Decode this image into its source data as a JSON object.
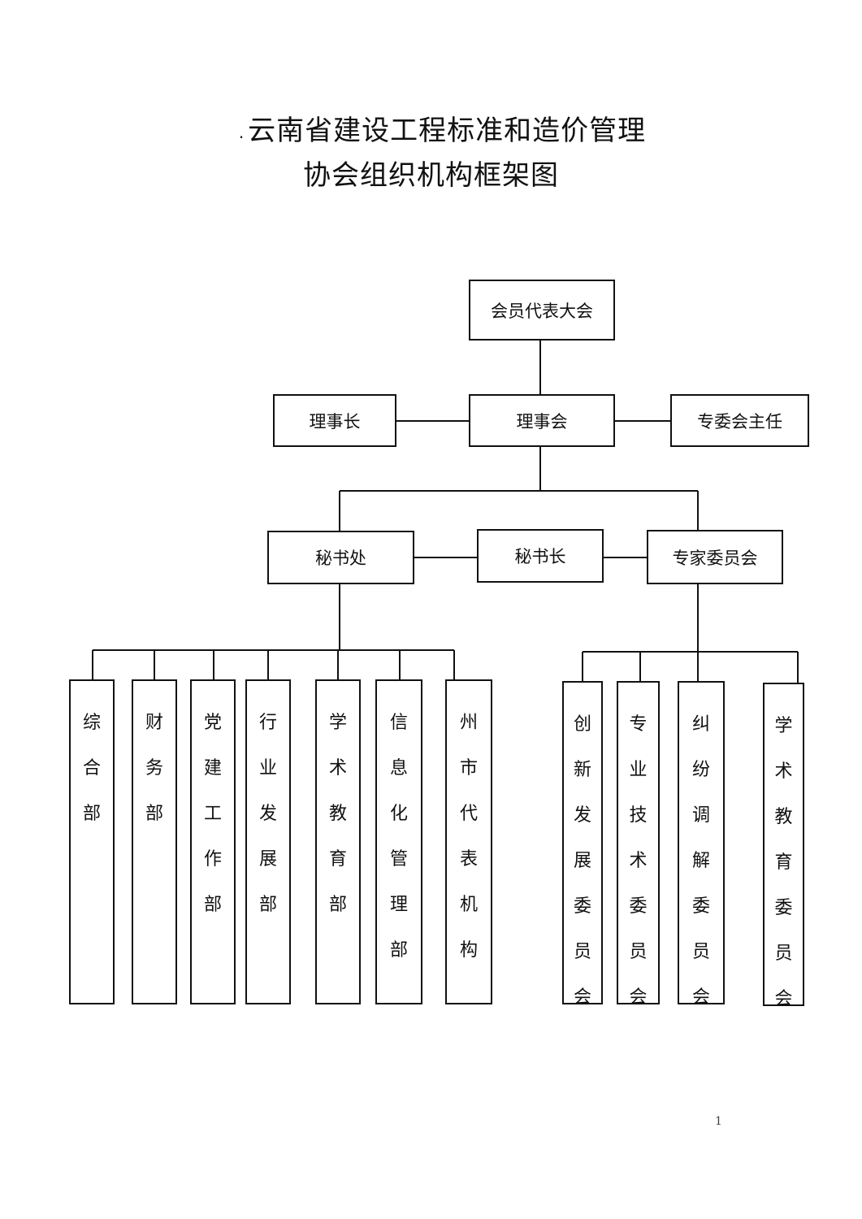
{
  "title": {
    "line1_prefix": ".",
    "line1": "云南省建设工程标准和造价管理",
    "line2": "协会组织机构框架图"
  },
  "nodes": {
    "assembly": "会员代表大会",
    "chairman": "理事长",
    "council": "理事会",
    "committee_director": "专委会主任",
    "secretariat": "秘书处",
    "secretary_general": "秘书长",
    "expert_committee": "专家委员会"
  },
  "departments": [
    "综合部",
    "财务部",
    "党建工作部",
    "行业发展部",
    "学术教育部",
    "信息化管理部",
    "州市代表机构"
  ],
  "committees": [
    "创新发展委员会",
    "专业技术委员会",
    "纠纷调解委员会",
    "学术教育委员会"
  ],
  "page_number": "1"
}
